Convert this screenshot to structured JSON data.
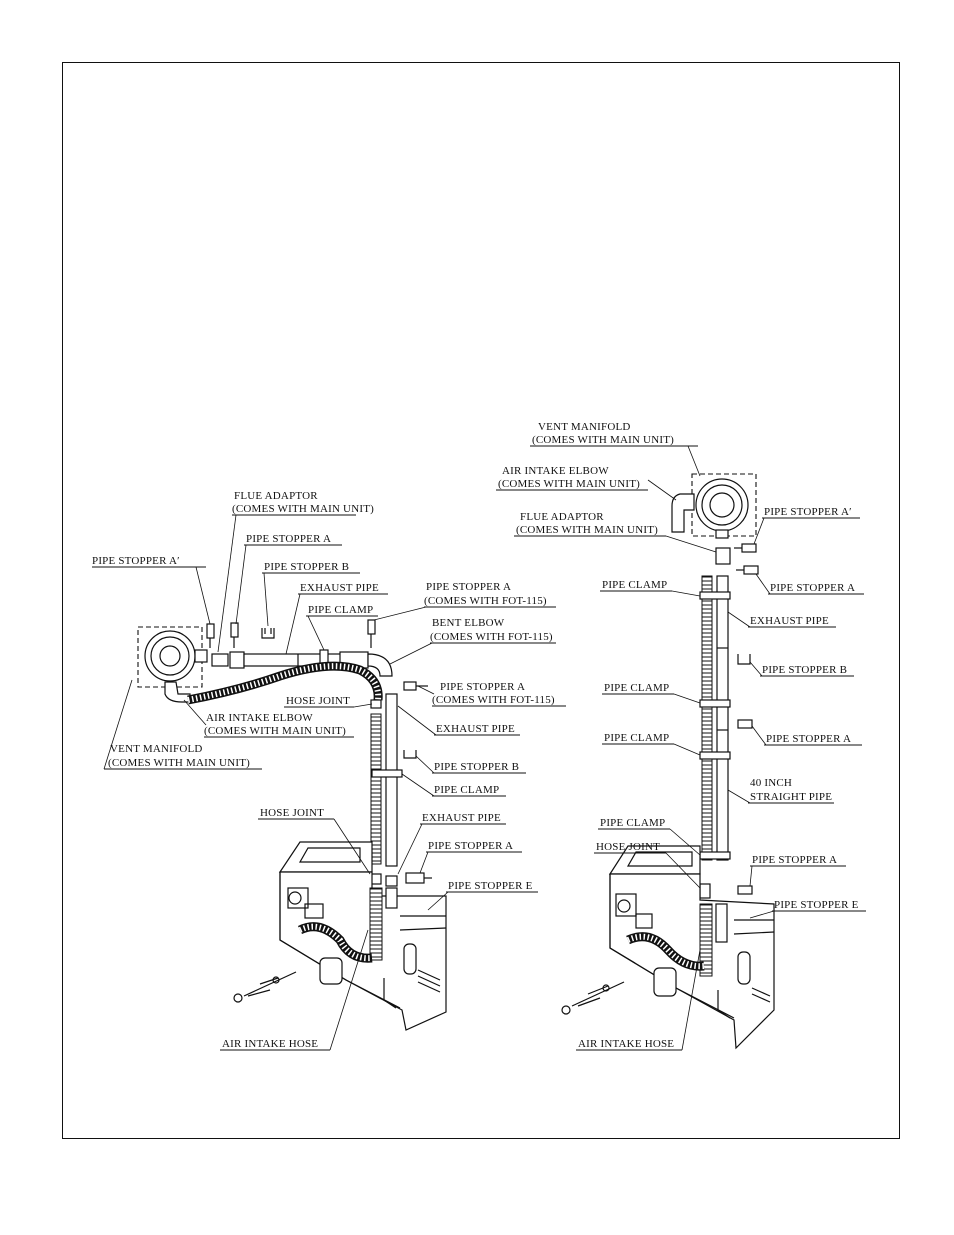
{
  "left_assembly": {
    "flue_adaptor": [
      "FLUE ADAPTOR",
      "(COMES WITH MAIN UNIT)"
    ],
    "pipe_stopper_a_top": "PIPE STOPPER A",
    "pipe_stopper_a_prime": "PIPE STOPPER A′",
    "pipe_stopper_b_top": "PIPE STOPPER B",
    "exhaust_pipe_top": "EXHAUST PIPE",
    "pipe_clamp_top": "PIPE CLAMP",
    "pipe_stopper_a_fot": [
      "PIPE STOPPER A",
      "(COMES WITH FOT-115)"
    ],
    "bent_elbow": [
      "BENT ELBOW",
      "(COMES WITH FOT-115)"
    ],
    "pipe_stopper_a_fot_2": [
      "PIPE STOPPER A",
      "(COMES WITH FOT-115)"
    ],
    "hose_joint_top": "HOSE JOINT",
    "air_intake_elbow": [
      "AIR INTAKE ELBOW",
      "(COMES WITH MAIN UNIT)"
    ],
    "exhaust_pipe_mid": "EXHAUST PIPE",
    "vent_manifold": [
      "VENT MANIFOLD",
      "(COMES WITH MAIN UNIT)"
    ],
    "pipe_stopper_b_mid": "PIPE STOPPER B",
    "pipe_clamp_mid": "PIPE CLAMP",
    "hose_joint_bottom": "HOSE JOINT",
    "exhaust_pipe_bottom": "EXHAUST PIPE",
    "pipe_stopper_a_bottom": "PIPE STOPPER A",
    "pipe_stopper_e": "PIPE STOPPER E",
    "air_intake_hose": "AIR INTAKE HOSE"
  },
  "right_assembly": {
    "vent_manifold": [
      "VENT MANIFOLD",
      "(COMES WITH MAIN UNIT)"
    ],
    "air_intake_elbow": [
      "AIR INTAKE ELBOW",
      "(COMES WITH MAIN UNIT)"
    ],
    "flue_adaptor": [
      "FLUE ADAPTOR",
      "(COMES WITH MAIN UNIT)"
    ],
    "pipe_stopper_a_prime": "PIPE STOPPER A′",
    "pipe_stopper_a_1": "PIPE STOPPER A",
    "pipe_clamp_1": "PIPE CLAMP",
    "exhaust_pipe": "EXHAUST PIPE",
    "pipe_stopper_b": "PIPE STOPPER B",
    "pipe_clamp_2": "PIPE CLAMP",
    "pipe_clamp_3": "PIPE CLAMP",
    "pipe_stopper_a_2": "PIPE STOPPER A",
    "straight_pipe": [
      "40 INCH",
      "STRAIGHT PIPE"
    ],
    "pipe_clamp_4": "PIPE CLAMP",
    "hose_joint": "HOSE JOINT",
    "pipe_stopper_a_3": "PIPE STOPPER A",
    "pipe_stopper_e": "PIPE STOPPER E",
    "air_intake_hose": "AIR INTAKE HOSE"
  }
}
